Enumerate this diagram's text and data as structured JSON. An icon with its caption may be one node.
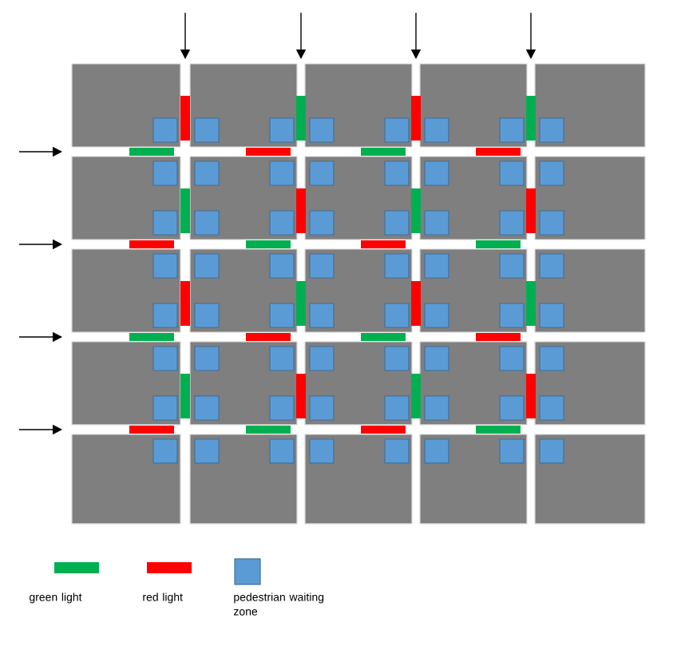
{
  "diagram": {
    "legend": [
      {
        "text": "green light",
        "color": "#00b050"
      },
      {
        "text": "red light",
        "color": "#ff0000"
      },
      {
        "text": "pedestrian waiting zone",
        "color": "#5b9bd5"
      }
    ]
  }
}
